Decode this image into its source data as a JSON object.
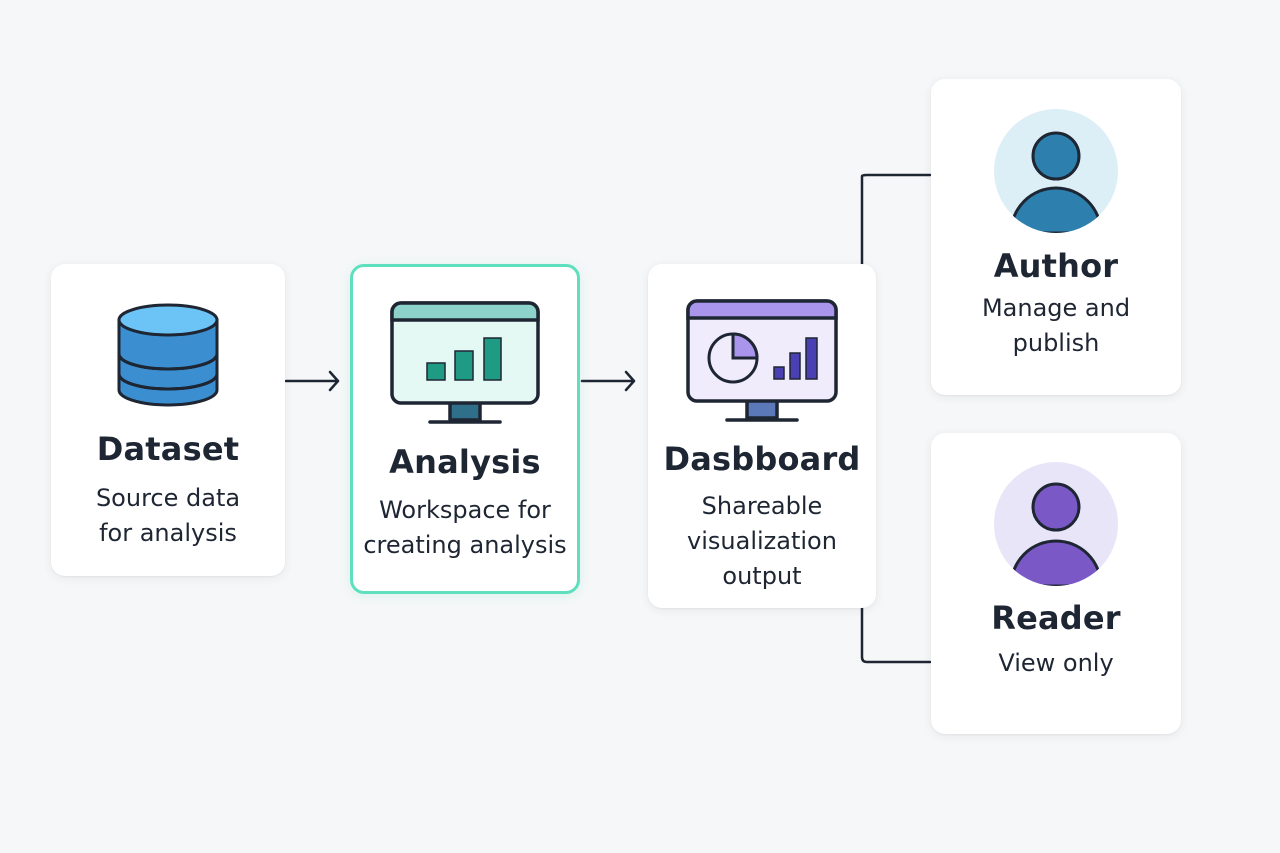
{
  "nodes": {
    "dataset": {
      "title": "Dataset",
      "desc_line1": "Source data",
      "desc_line2": "for analysis",
      "icon": "database-icon"
    },
    "analysis": {
      "title": "Analysis",
      "desc_line1": "Workspace for",
      "desc_line2": "creating analysis",
      "icon": "monitor-bar-chart-icon"
    },
    "dashboard": {
      "title": "Dasbboard",
      "desc_line1": "Shareable",
      "desc_line2": "visualization",
      "desc_line3": "output",
      "icon": "monitor-pie-bar-icon"
    },
    "author": {
      "title": "Author",
      "desc_line1": "Manage and",
      "desc_line2": "publish",
      "icon": "user-avatar-icon"
    },
    "reader": {
      "title": "Reader",
      "desc_line1": "View only",
      "icon": "user-avatar-icon"
    }
  },
  "colors": {
    "background": "#f6f7f8",
    "highlight_border": "#5ee0bf",
    "dataset_blue": "#3b8fd0",
    "analysis_teal": "#1f9b84",
    "dashboard_purple": "#7b63d8",
    "author_avatar": "#2d7fad",
    "reader_avatar": "#7a59c7"
  }
}
